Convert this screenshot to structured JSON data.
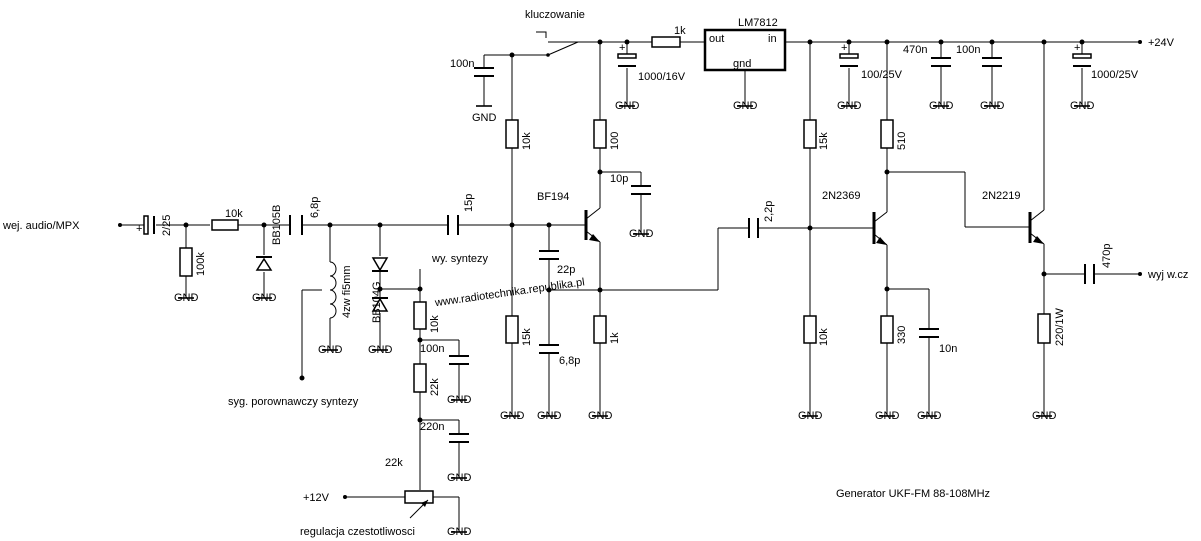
{
  "title": "Generator UKF-FM 88-108MHz",
  "watermark": "www.radiotechnika.republika.pl",
  "ports": {
    "input": "wej. audio/MPX",
    "output": "wyj w.cz",
    "vcc24": "+24V",
    "vcc12": "+12V",
    "synth_out": "wy. syntezy",
    "synth_ref": "syg. porownawczy syntezy",
    "freq_adj": "regulacja czestotliwosci",
    "keying": "kluczowanie"
  },
  "ground_label": "GND",
  "components": {
    "regulator": "LM7812",
    "reg_in": "in",
    "reg_out": "out",
    "reg_gnd": "gnd",
    "q1": "BF194",
    "q2": "2N2369",
    "q3": "2N2219",
    "r_reg": "1k",
    "c_reg_out": "1000/16V",
    "c_100n_key": "100n",
    "r_10k_top": "10k",
    "r_15k_bot": "15k",
    "r_100_col": "100",
    "c_10p": "10p",
    "c_15p": "15p",
    "c_22p": "22p",
    "c_6p8": "6,8p",
    "r_1k_emit": "1k",
    "c_2p2": "2,2p",
    "c_100_25v": "100/25V",
    "r_15k_q2": "15k",
    "r_10k_q2": "10k",
    "r_510": "510",
    "r_330": "330",
    "c_10n": "10n",
    "c_470n": "470n",
    "c_100n_rail": "100n",
    "c_1000_25v": "1000/25V",
    "c_470p": "470p",
    "r_220_1w": "220/1W",
    "c_2_25": "2/25",
    "r_100k": "100k",
    "r_10k_in": "10k",
    "d_bb105b": "BB105B",
    "c_6p8_in": "6,8p",
    "l_coil": "4zw fi5mm",
    "d_bb104g": "BB104G",
    "r_10k_bias": "10k",
    "c_100n_bias": "100n",
    "r_22k_bias": "22k",
    "c_220n": "220n",
    "pot_22k": "22k"
  },
  "colors": {
    "line": "#000000",
    "background": "#ffffff",
    "watermark": "#c8c8c8"
  }
}
